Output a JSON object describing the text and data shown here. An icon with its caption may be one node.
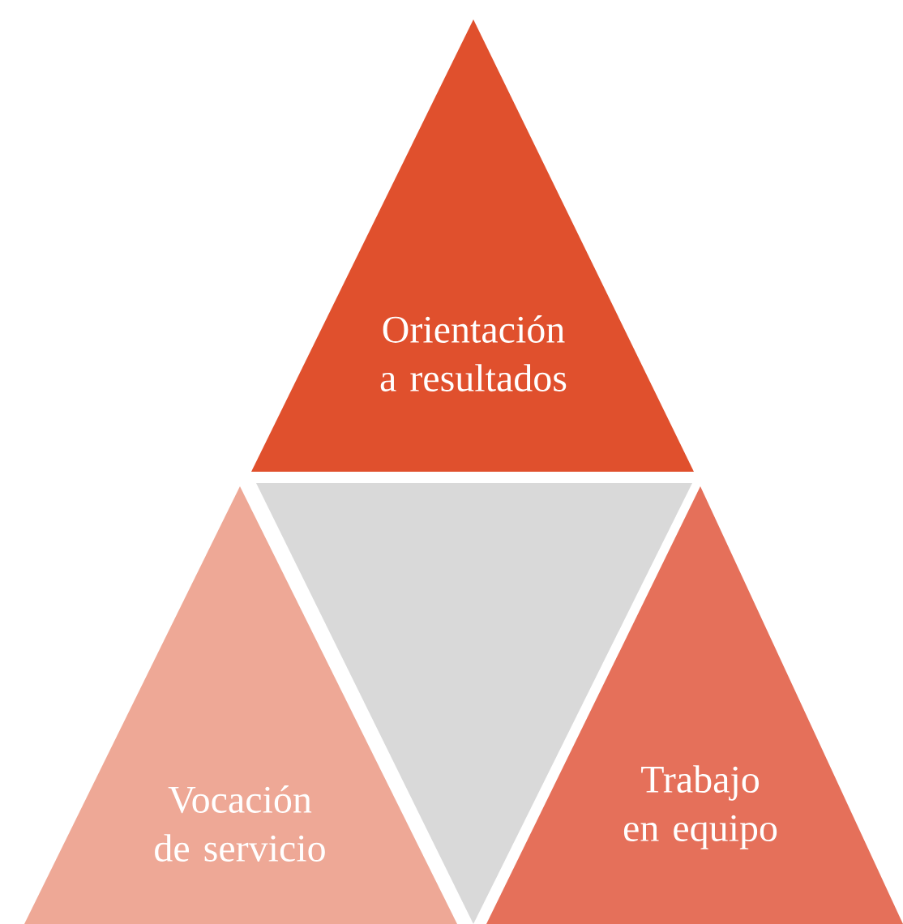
{
  "diagram": {
    "nodes": [
      {
        "text": [
          "Orientación a resultados"
        ]
      },
      {
        "text": [
          "Vocación de servicio"
        ]
      },
      {
        "text": [],
        "shape": "triangle"
      },
      {
        "text": [
          "Trabajo en equipo"
        ]
      }
    ]
  }
}
